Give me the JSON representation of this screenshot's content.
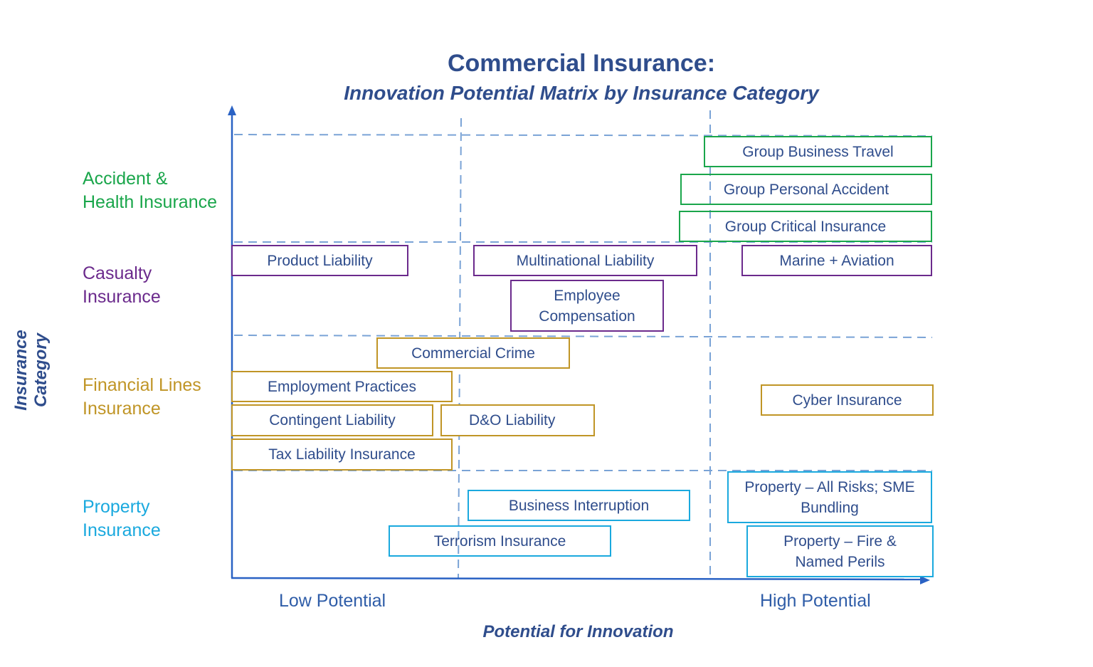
{
  "title": "Commercial Insurance:",
  "subtitle": "Innovation Potential Matrix by Insurance Category",
  "axes": {
    "x_title": "Potential for Innovation",
    "x_low": "Low Potential",
    "x_high": "High Potential",
    "y_title_line1": "Insurance",
    "y_title_line2": "Category"
  },
  "categories": {
    "accident_health": {
      "line1": "Accident &",
      "line2": "Health Insurance",
      "color": "#1aa64b"
    },
    "casualty": {
      "line1": "Casualty",
      "line2": "Insurance",
      "color": "#6b2a8c"
    },
    "financial": {
      "line1": "Financial Lines",
      "line2": "Insurance",
      "color": "#c09526"
    },
    "property": {
      "line1": "Property",
      "line2": "Insurance",
      "color": "#1aa9de"
    }
  },
  "items": {
    "group_business_travel": "Group Business Travel",
    "group_personal_accident": "Group Personal Accident",
    "group_critical_insurance": "Group Critical Insurance",
    "product_liability": "Product Liability",
    "multinational_liability": "Multinational Liability",
    "marine_aviation": "Marine + Aviation",
    "employee_compensation_line1": "Employee",
    "employee_compensation_line2": "Compensation",
    "commercial_crime": "Commercial Crime",
    "employment_practices": "Employment Practices",
    "contingent_liability": "Contingent Liability",
    "do_liability": "D&O Liability",
    "cyber_insurance": "Cyber Insurance",
    "tax_liability_insurance": "Tax Liability Insurance",
    "business_interruption": "Business Interruption",
    "terrorism_insurance": "Terrorism Insurance",
    "property_all_risks_line1": "Property – All Risks; SME",
    "property_all_risks_line2": "Bundling",
    "property_fire_line1": "Property – Fire &",
    "property_fire_line2": "Named Perils"
  },
  "colors": {
    "axis": "#2a62c4",
    "grid": "#7aa3d6",
    "text": "#2f4d8c"
  }
}
